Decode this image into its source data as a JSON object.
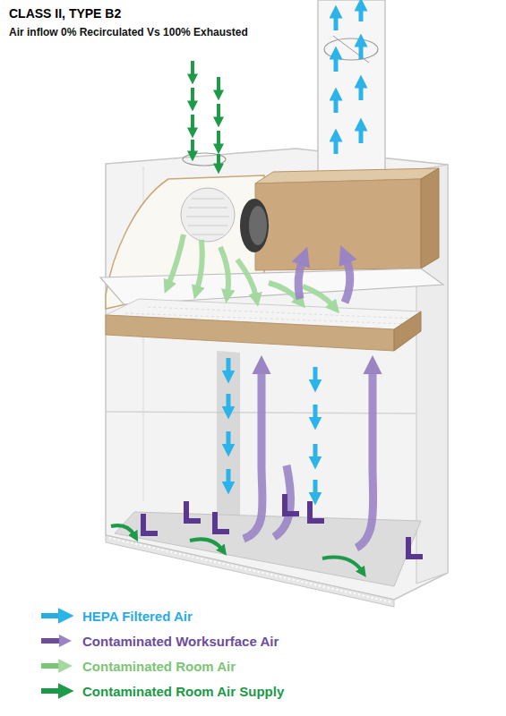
{
  "diagram": {
    "title": "CLASS II, TYPE B2",
    "labels": [
      "Air inflow 0% Recirculated Vs 100% Exhausted"
    ],
    "legend": [
      {
        "text": "HEPA Filtered Air"
      },
      {
        "text": "Contaminated Worksurface Air"
      },
      {
        "text": "Contaminated Room Air"
      },
      {
        "text": "Contaminated Room Air Supply"
      }
    ]
  }
}
